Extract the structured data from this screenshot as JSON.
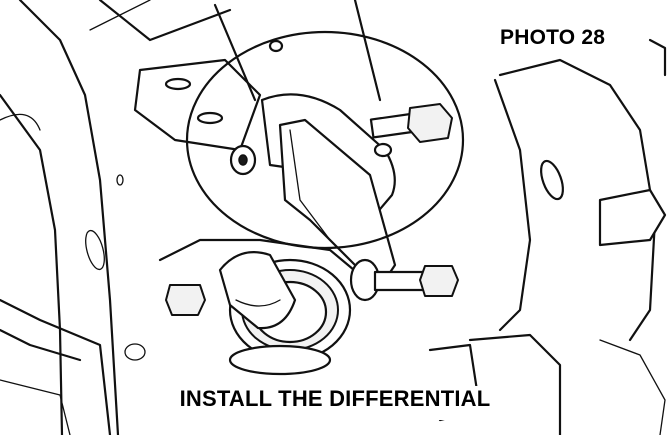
{
  "figure": {
    "photo_label": "PHOTO 28",
    "caption": "INSTALL THE DIFFERENTIAL"
  },
  "drawing": {
    "subject": "differential-mount-line-drawing",
    "highlight": "circled-bolt-and-bracket"
  }
}
